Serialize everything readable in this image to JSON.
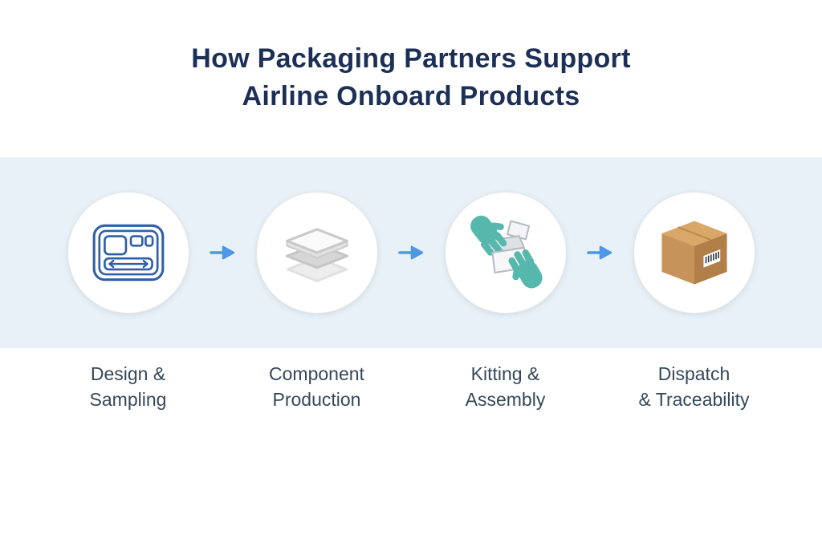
{
  "title": {
    "line1": "How Packaging Partners Support",
    "line2": "Airline Onboard Products"
  },
  "steps": [
    {
      "icon": "meal-tray-icon",
      "label_line1": "Design &",
      "label_line2": "Sampling"
    },
    {
      "icon": "stacked-layers-icon",
      "label_line1": "Component",
      "label_line2": "Production"
    },
    {
      "icon": "gloved-hands-box-icon",
      "label_line1": "Kitting &",
      "label_line2": "Assembly"
    },
    {
      "icon": "shipping-box-icon",
      "label_line1": "Dispatch",
      "label_line2": "& Traceability"
    }
  ],
  "colors": {
    "page_bg": "#ffffff",
    "band_bg": "#e9f1f8",
    "title_color": "#1c3057",
    "label_color": "#35485a",
    "arrow_blue": "#4d97e8",
    "tray_blue": "#2e5fa8",
    "glove_teal": "#56b8ac",
    "box_top": "#d9a869",
    "box_left": "#c6935a",
    "box_right": "#b17f47"
  }
}
